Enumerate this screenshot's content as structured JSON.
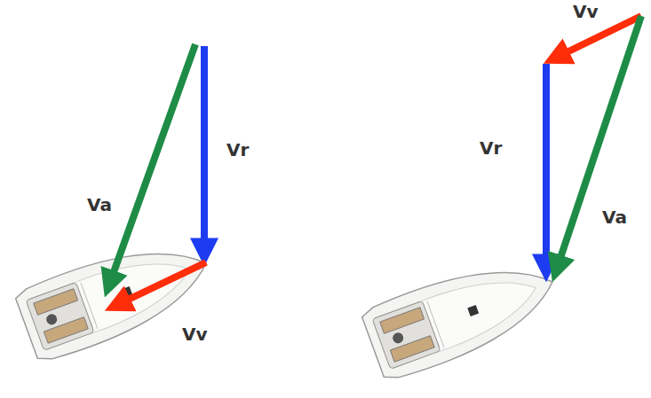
{
  "diagram": {
    "labels": [
      "Va",
      "Vr",
      "Vv",
      "Vv",
      "Vr",
      "Va"
    ]
  }
}
